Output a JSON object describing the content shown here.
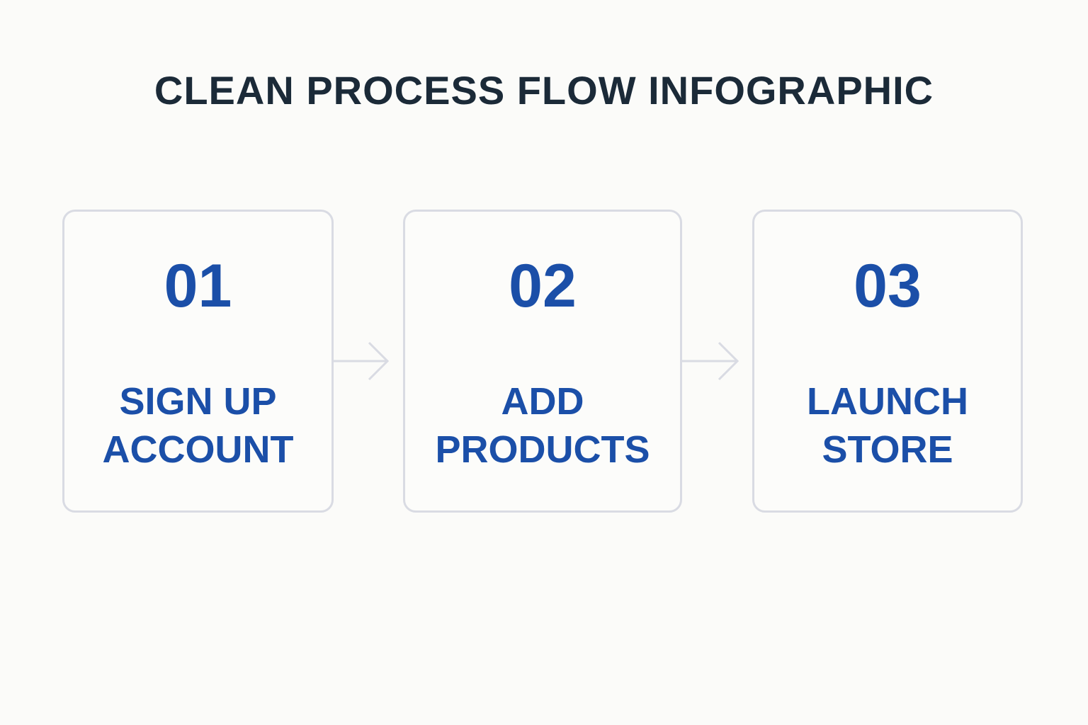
{
  "title": "CLEAN PROCESS FLOW INFOGRAPHIC",
  "colors": {
    "background": "#fbfbf9",
    "title": "#1b2a38",
    "accent": "#1b4fa8",
    "border": "#d9dbe3"
  },
  "steps": [
    {
      "number": "01",
      "label_line1": "SIGN UP",
      "label_line2": "ACCOUNT"
    },
    {
      "number": "02",
      "label_line1": "ADD",
      "label_line2": "PRODUCTS"
    },
    {
      "number": "03",
      "label_line1": "LAUNCH",
      "label_line2": "STORE"
    }
  ],
  "connectors": [
    "arrow-right-icon",
    "arrow-right-icon"
  ]
}
